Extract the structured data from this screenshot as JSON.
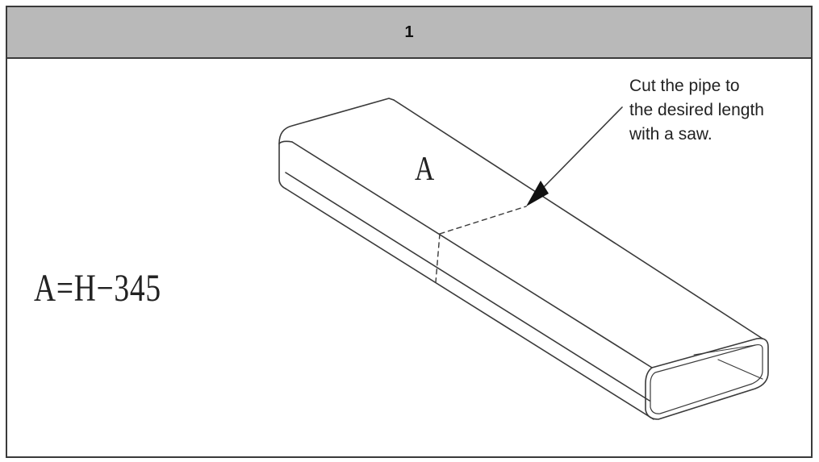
{
  "header": {
    "step_number": "1"
  },
  "diagram": {
    "formula": "A=H−345",
    "face_label": "A",
    "callout_lines": [
      "Cut the pipe to",
      "the desired length",
      "with a saw."
    ]
  },
  "colors": {
    "header_bg": "#b9b9b9",
    "line": "#3a3a3a",
    "ink": "#222222"
  },
  "icons": [
    "rectangular-duct-pipe",
    "cut-line",
    "pointer-arrow"
  ]
}
